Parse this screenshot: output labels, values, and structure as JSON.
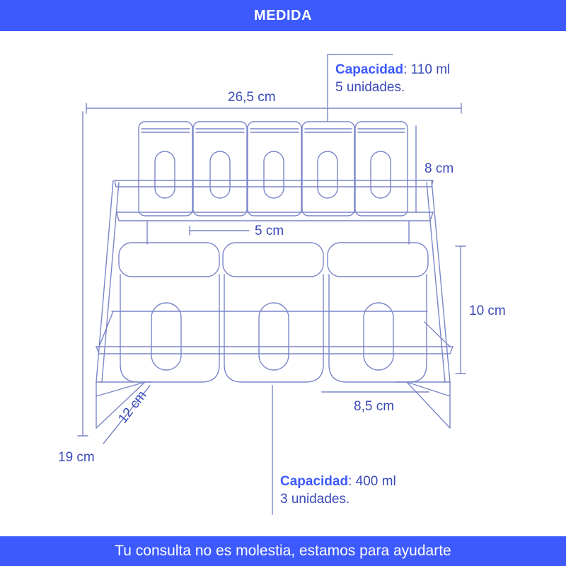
{
  "header": {
    "title": "MEDIDA"
  },
  "footer": {
    "text": "Tu consulta no es molestia, estamos para ayudarte"
  },
  "colors": {
    "accent": "#3d5afe",
    "line": "#7a86c8",
    "text": "#3a4ab8"
  },
  "dimensions": {
    "width": "26,5 cm",
    "height": "19 cm",
    "depth": "12 cm",
    "small_jar_height": "8 cm",
    "small_jar_width": "5 cm",
    "large_jar_height": "10 cm",
    "large_jar_width": "8,5 cm"
  },
  "capacity_small": {
    "label": "Capacidad",
    "value": ": 110 ml",
    "units": "5 unidades."
  },
  "capacity_large": {
    "label": "Capacidad",
    "value": ": 400 ml",
    "units": "3 unidades."
  }
}
